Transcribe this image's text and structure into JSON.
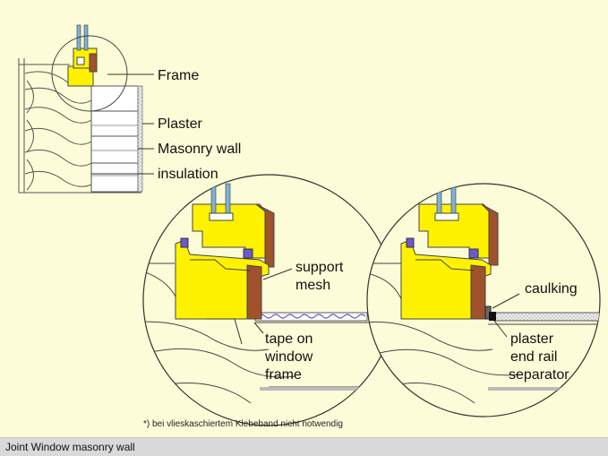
{
  "labels": {
    "frame": "Frame",
    "plaster": "Plaster",
    "masonry_wall": "Masonry wall",
    "insulation": "insulation",
    "support_line1": "support",
    "support_line2": "mesh",
    "tape_line1": "tape on",
    "tape_line2": "window",
    "tape_line3": "frame",
    "caulking": "caulking",
    "plaster_end_line1": "plaster",
    "plaster_end_line2": "end rail",
    "plaster_end_line3": "separator"
  },
  "footnote": "*) bei vlieskaschiertem Klebeband nicht notwendig",
  "caption": "Joint Window masonry wall",
  "colors": {
    "background": "#fdfcd8",
    "frame_yellow": "#fff200",
    "wood_brown": "#a0522d",
    "glass_blue": "#7fb3d5",
    "mesh_purple": "#6a5acd",
    "caption_bar": "#d9d9d9"
  }
}
